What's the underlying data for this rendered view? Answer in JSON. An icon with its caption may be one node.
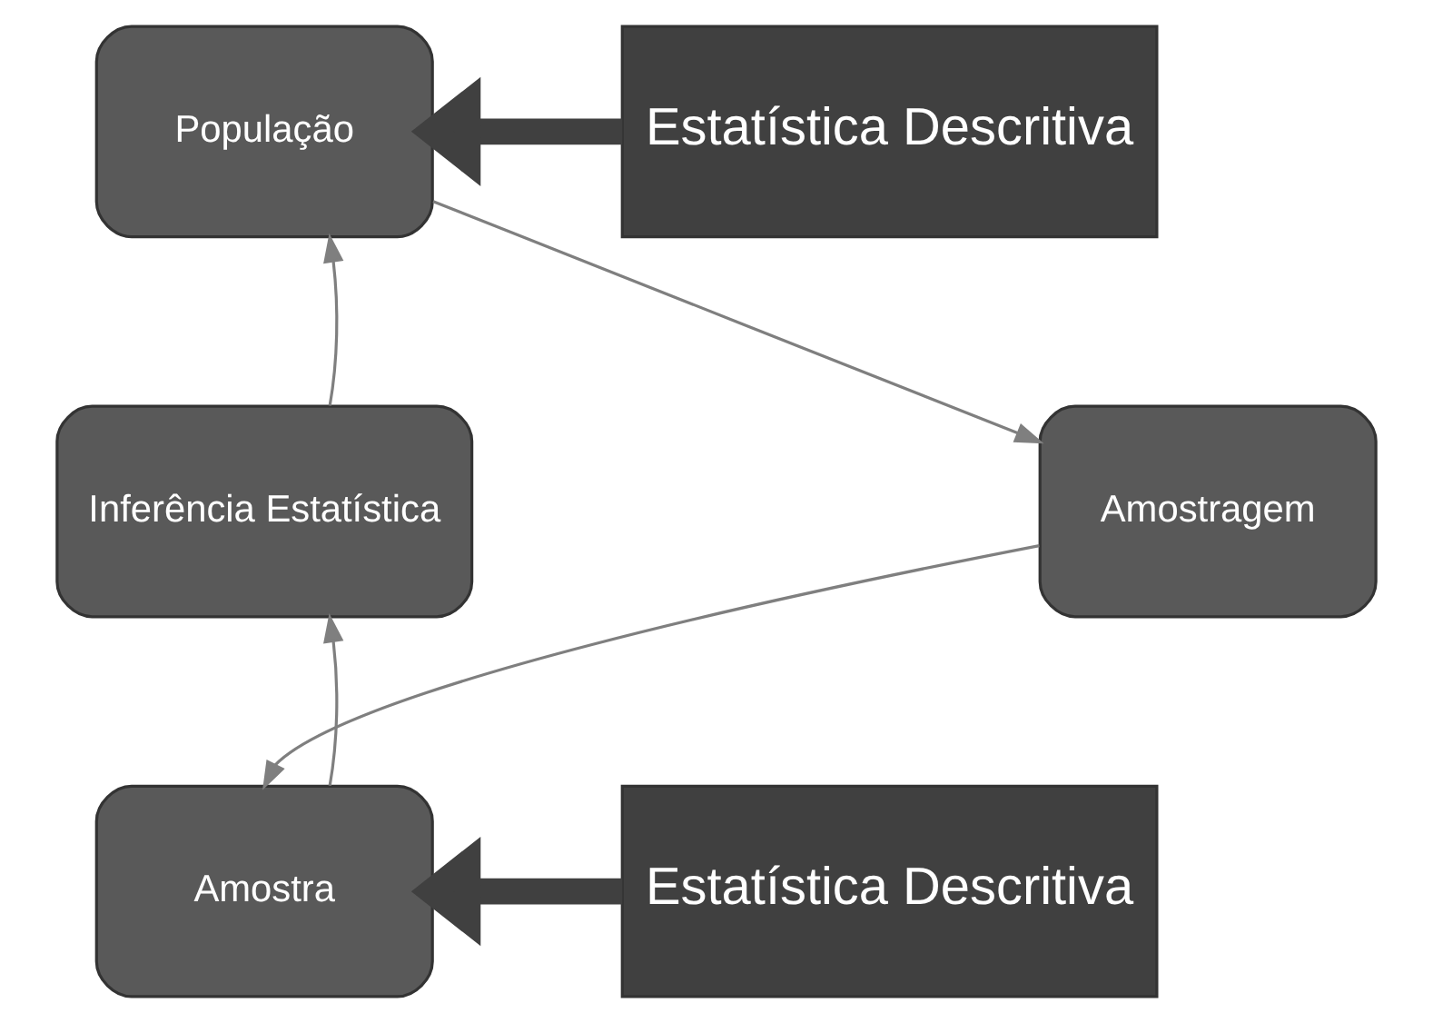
{
  "diagram": {
    "nodes": [
      {
        "text": [
          "População"
        ]
      },
      {
        "text": [
          "Amostragem"
        ]
      },
      {
        "text": [
          "Amostra"
        ]
      },
      {
        "text": [
          "Inferência Estatística"
        ]
      },
      {
        "text": [
          "Estatística Descritiva"
        ]
      },
      {
        "text": [
          "Estatística Descritiva"
        ]
      }
    ],
    "edges": [
      {
        "from": 0,
        "to": 1,
        "arrow": "to"
      },
      {
        "from": 1,
        "to": 2,
        "arrow": "to"
      },
      {
        "from": 2,
        "to": 3,
        "arrow": "to"
      },
      {
        "from": 3,
        "to": 0,
        "arrow": "to"
      },
      {
        "from": 4,
        "to": 0,
        "arrow": "to",
        "style": "thick",
        "color": "#404040"
      },
      {
        "from": 5,
        "to": 2,
        "arrow": "to",
        "style": "thick",
        "color": "#404040"
      }
    ]
  }
}
